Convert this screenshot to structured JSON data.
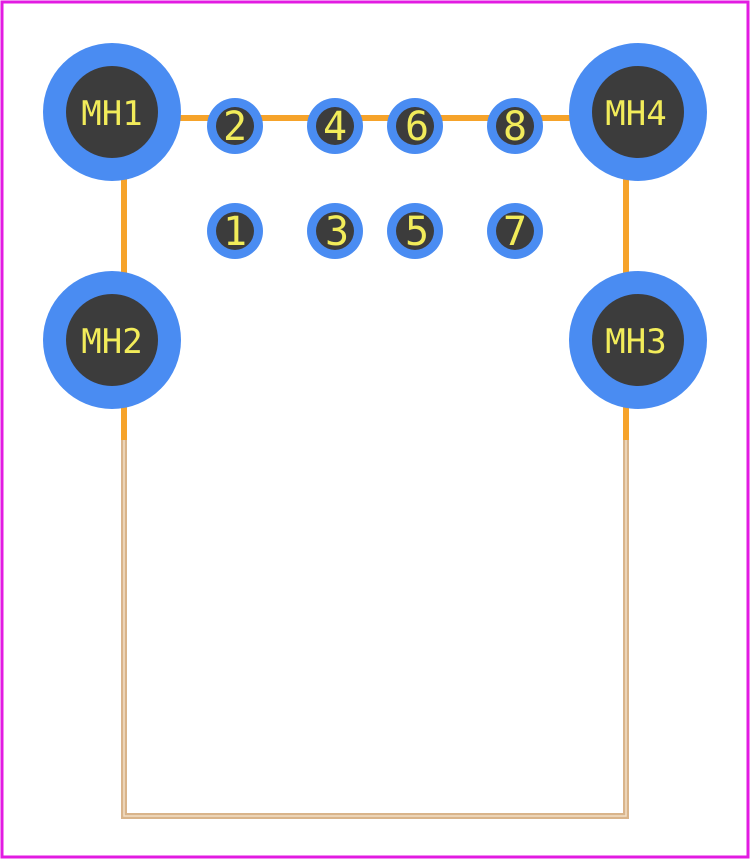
{
  "colors": {
    "border": "#e21be2",
    "silkscreen": "#f6a32a",
    "courtyard": "#d9b48a",
    "pad_ring": "#4a8cf2",
    "drill": "#3c3c3c",
    "label": "#f2ec5a",
    "background": "#ffffff"
  },
  "mounting_holes": [
    {
      "id": "MH1",
      "label": "MH1"
    },
    {
      "id": "MH2",
      "label": "MH2"
    },
    {
      "id": "MH3",
      "label": "MH3"
    },
    {
      "id": "MH4",
      "label": "MH4"
    }
  ],
  "pins": [
    {
      "id": "pin-1",
      "label": "1"
    },
    {
      "id": "pin-2",
      "label": "2"
    },
    {
      "id": "pin-3",
      "label": "3"
    },
    {
      "id": "pin-4",
      "label": "4"
    },
    {
      "id": "pin-5",
      "label": "5"
    },
    {
      "id": "pin-6",
      "label": "6"
    },
    {
      "id": "pin-7",
      "label": "7"
    },
    {
      "id": "pin-8",
      "label": "8"
    }
  ]
}
